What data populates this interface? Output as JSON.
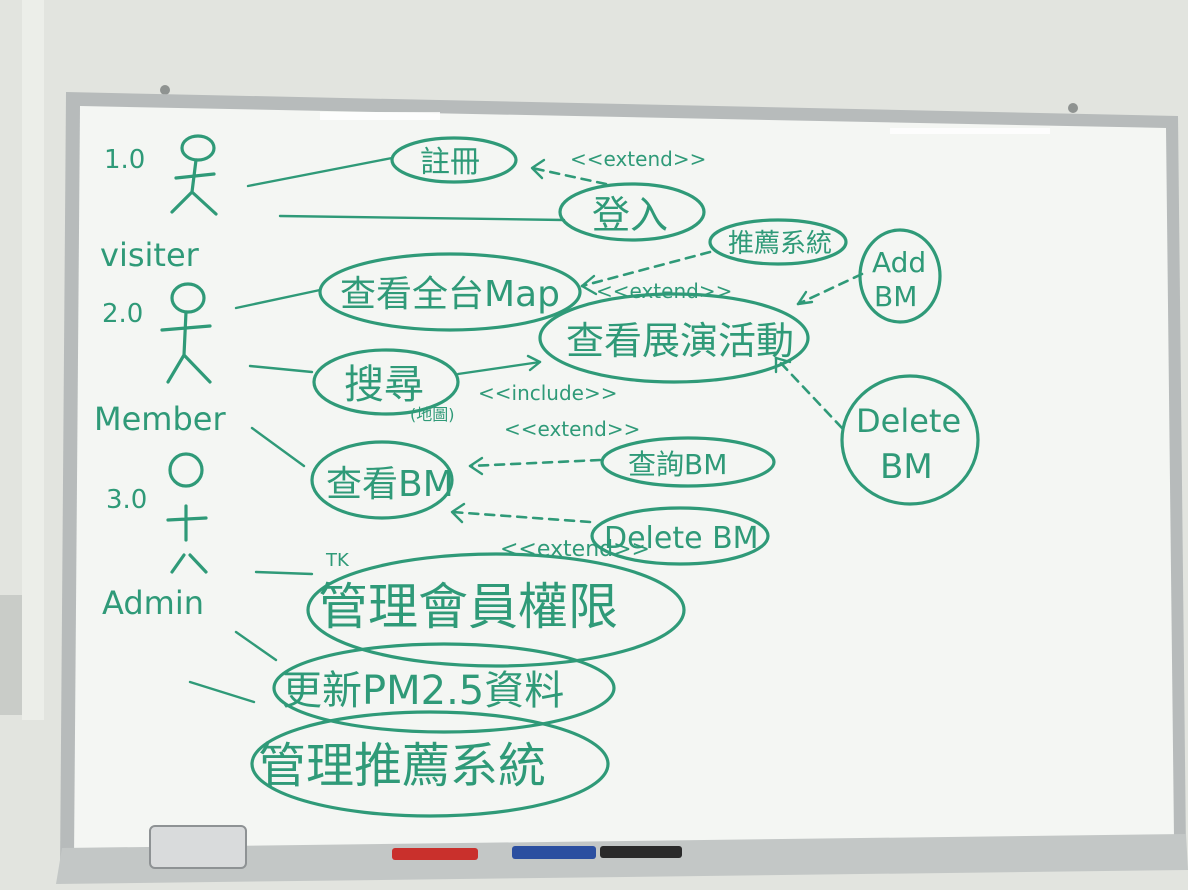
{
  "actors": [
    {
      "version": "1.0",
      "name": "visiter"
    },
    {
      "version": "2.0",
      "name": "Member"
    },
    {
      "version": "3.0",
      "name": "Admin"
    }
  ],
  "use_cases": {
    "register": "註冊",
    "login": "登入",
    "recommend": "推薦系統",
    "view_map": "查看全台Map",
    "view_events": "查看展演活動",
    "search": "搜尋",
    "search_note": "(地圖)",
    "view_bm": "查看BM",
    "query_bm": "查詢BM",
    "delete_bm": "Delete BM",
    "add_bm_line1": "Add",
    "add_bm_line2": "BM",
    "delete_bm_c_line1": "Delete",
    "delete_bm_c_line2": "BM",
    "manage_perm": "管理會員權限",
    "manage_perm_note": "TK",
    "update_pm": "更新PM2.5資料",
    "manage_rec": "管理推薦系統"
  },
  "relations": {
    "extend_1": "<<extend>>",
    "extend_2": "<<extend>>",
    "include": "<<include>>",
    "extend_3": "<<extend>>",
    "extend_4": "<<extend>>"
  },
  "colors": {
    "marker": "#2f9a78",
    "board": "#f3f5f2",
    "frame": "#b9bdbd",
    "wall": "#e2e4df"
  }
}
